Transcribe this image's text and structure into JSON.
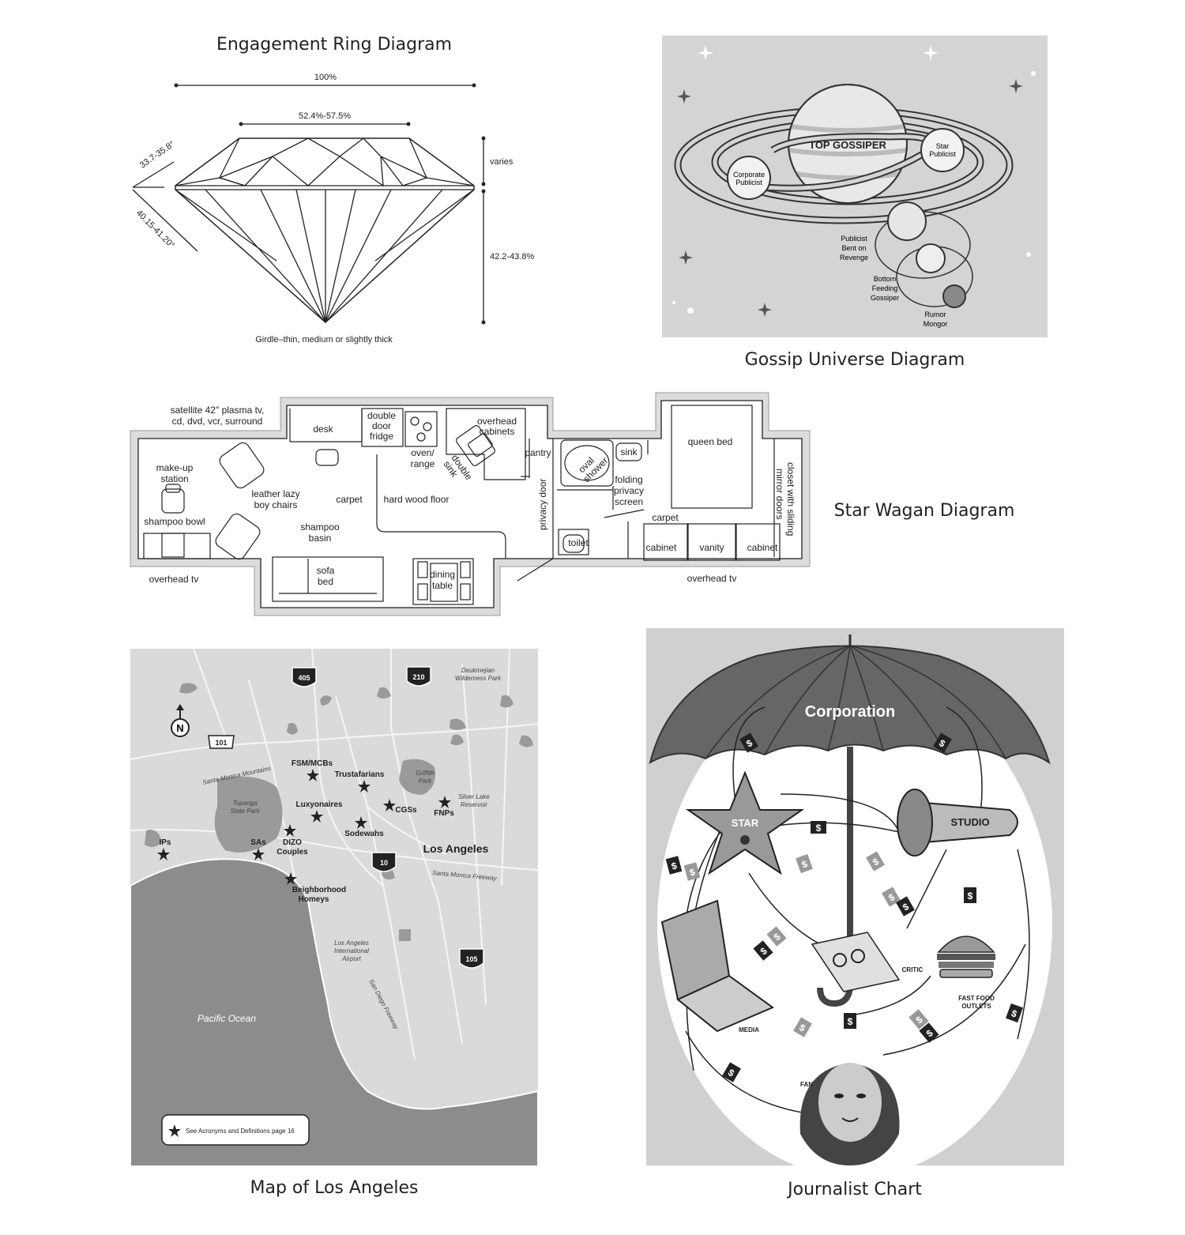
{
  "ring": {
    "title": "Engagement Ring Diagram",
    "width_total": "100%",
    "table_width": "52.4%-57.5%",
    "crown_angle": "33.7-35.8°",
    "pavilion_angle": "40.15-41.20°",
    "girdle_height": "varies",
    "pavilion_depth": "42.2-43.8%",
    "girdle_note": "Girdle–thin, medium or slightly thick"
  },
  "gossip": {
    "title": "Gossip Universe Diagram",
    "top": "TOP GOSSIPER",
    "star_publicist": [
      "Star",
      "Publicist"
    ],
    "corporate_publicist": [
      "Corporate",
      "Publicist"
    ],
    "revenge": [
      "Publicist",
      "Bent on",
      "Revenge"
    ],
    "bottom_feeding": [
      "Bottom",
      "Feeding",
      "Gossiper"
    ],
    "rumor": [
      "Rumor",
      "Mongor"
    ]
  },
  "wagon": {
    "title": "Star Wagan Diagram",
    "satellite": [
      "satellite 42\" plasma tv,",
      "cd, dvd, vcr, surround"
    ],
    "desk": "desk",
    "fridge": [
      "double",
      "door",
      "fridge"
    ],
    "oven": [
      "oven/",
      "range"
    ],
    "double_sink": [
      "double",
      "sink"
    ],
    "cabinets": [
      "overhead",
      "cabinets"
    ],
    "pantry": "pantry",
    "makeup": [
      "make-up",
      "station"
    ],
    "lazy_boy": [
      "leather lazy",
      "boy chairs"
    ],
    "carpet": "carpet",
    "hardwood": "hard wood floor",
    "shampoo_bowl": "shampoo bowl",
    "shampoo_basin": [
      "shampoo",
      "basin"
    ],
    "overhead_tv_left": "overhead tv",
    "sofa_bed": [
      "sofa",
      "bed"
    ],
    "dining": [
      "dining",
      "table"
    ],
    "privacy_door": "privacy door",
    "oval_shower": [
      "oval",
      "shower"
    ],
    "sink": "sink",
    "folding_screen": [
      "folding",
      "privacy",
      "screen"
    ],
    "queen_bed": "queen bed",
    "closet": [
      "closet with sliding",
      "mirror doors"
    ],
    "carpet2": "carpet",
    "toilet": "toilet",
    "cabinet_left": "cabinet",
    "vanity": "vanity",
    "cabinet_right": "cabinet",
    "overhead_tv_right": "overhead tv"
  },
  "map": {
    "title": "Map of Los Angeles",
    "highways": [
      "405",
      "210",
      "101",
      "10",
      "105"
    ],
    "places": {
      "deukmejian": [
        "Deukmejian",
        "Wilderness Park"
      ],
      "santa_monica_mtns": "Santa Monica Mountains",
      "topanga": [
        "Topanga",
        "State Park"
      ],
      "griffith": [
        "Griffith",
        "Park"
      ],
      "silver_lake": [
        "Silver Lake",
        "Reservoir"
      ],
      "los_angeles": "Los Angeles",
      "freeway": "Santa Monica Freeway",
      "lax": [
        "Los Angeles",
        "International",
        "Airport"
      ],
      "san_diego": "San Diego Freeway",
      "pacific": "Pacific Ocean"
    },
    "stars": {
      "fsm": "FSM/MCBs",
      "trust": "Trustafarians",
      "luxy": "Luxyonaires",
      "cgs": "CGSs",
      "fnps": "FNPs",
      "sodewahs": "Sodewahs",
      "ips": "IPs",
      "sas": "SAs",
      "dizo": [
        "DIZO",
        "Couples"
      ],
      "beighborhood": [
        "Beighborhood",
        "Homeys"
      ]
    },
    "north": "N",
    "legend": "See Acronyms and Definitions page 16"
  },
  "journalist": {
    "title": "Journalist Chart",
    "corporation": "Corporation",
    "star": "STAR",
    "studio": "STUDIO",
    "critic": "CRITIC",
    "fast_food": [
      "FAST FOOD",
      "OUTLETS"
    ],
    "media": "MEDIA",
    "fan": "FAN",
    "money": "$"
  }
}
